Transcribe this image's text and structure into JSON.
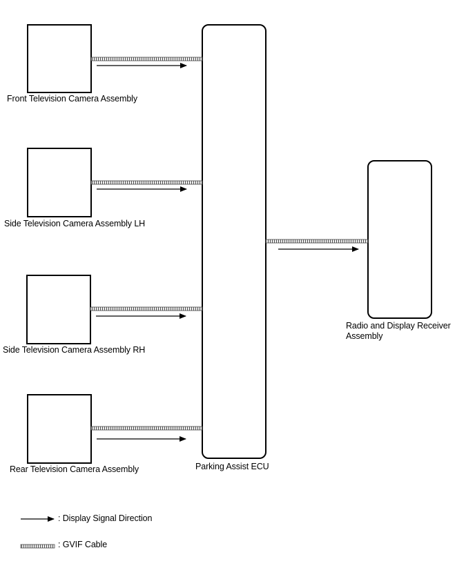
{
  "components": {
    "front_camera": "Front Television Camera Assembly",
    "side_camera_lh": "Side Television Camera Assembly LH",
    "side_camera_rh": "Side Television Camera Assembly RH",
    "rear_camera": "Rear Television Camera Assembly",
    "ecu": "Parking Assist ECU",
    "receiver": "Radio and Display Receiver Assembly"
  },
  "legend": {
    "signal_direction": ": Display Signal Direction",
    "gvif_cable": ": GVIF Cable"
  }
}
